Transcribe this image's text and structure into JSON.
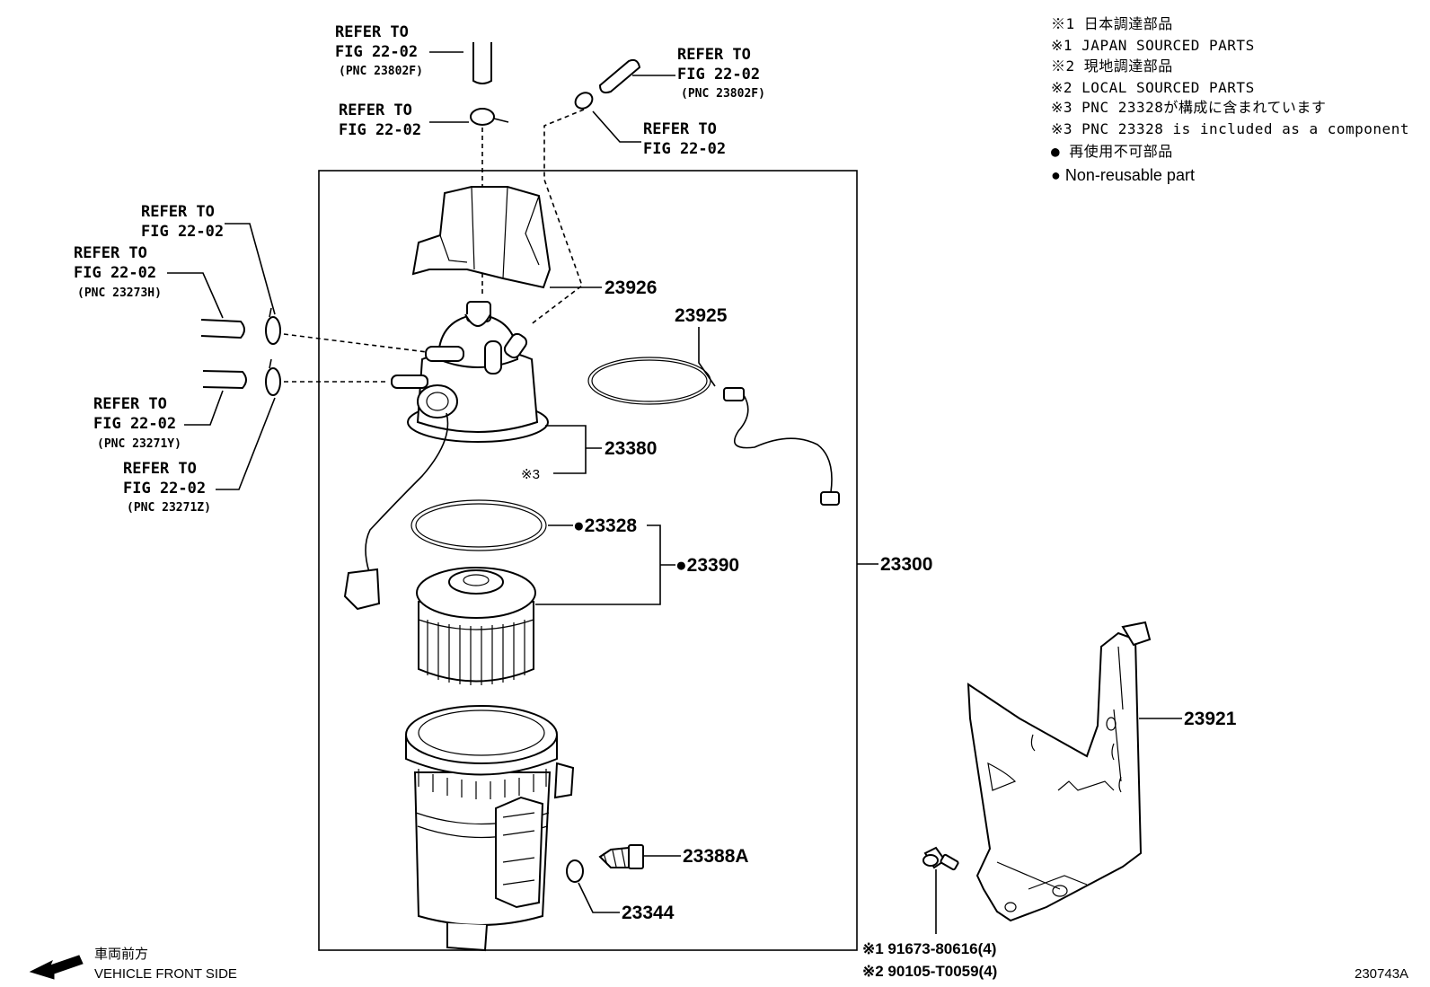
{
  "notes": {
    "n1_jp": "※1 日本調達部品",
    "n1_en": "※1 JAPAN SOURCED PARTS",
    "n2_jp": "※2 現地調達部品",
    "n2_en": "※2 LOCAL SOURCED PARTS",
    "n3_jp": "※3 PNC 23328が構成に含まれています",
    "n3_en": "※3 PNC 23328 is included as a component",
    "nr_jp": "● 再使用不可部品",
    "nr_en": "● Non-reusable part"
  },
  "refs": {
    "refer_to": "REFER TO",
    "fig": "FIG 22-02",
    "pnc_23802f": "(PNC 23802F)",
    "pnc_23273h": "(PNC 23273H)",
    "pnc_23271y": "(PNC 23271Y)",
    "pnc_23271z": "(PNC 23271Z)"
  },
  "parts": {
    "p23926": "23926",
    "p23925": "23925",
    "p23380": "23380",
    "mark3": "※3",
    "p23328": "●23328",
    "p23390": "●23390",
    "p23300": "23300",
    "p23921": "23921",
    "p23388a": "23388A",
    "p23344": "23344",
    "bolt1": "※1 91673-80616(4)",
    "bolt2": "※2 90105-T0059(4)"
  },
  "footer": {
    "front_jp": "車両前方",
    "front_en": "VEHICLE FRONT SIDE",
    "fig_id": "230743A"
  }
}
